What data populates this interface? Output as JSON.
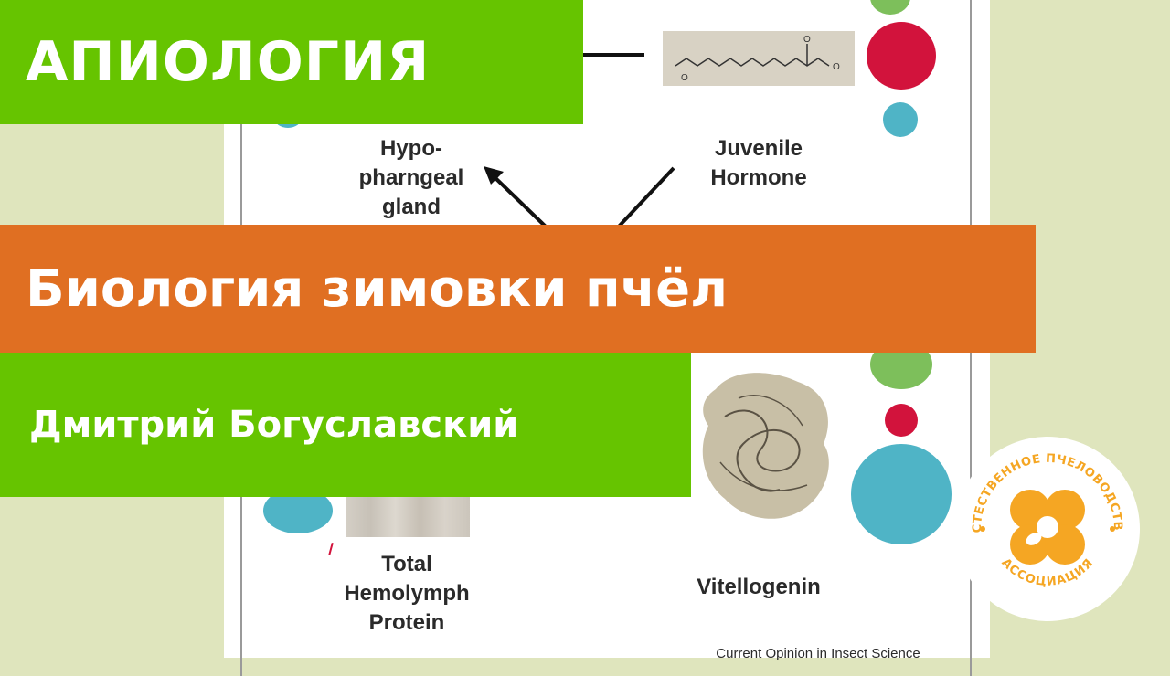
{
  "figure": {
    "labels": {
      "hypo": "Hypo-\npharngeal\ngland",
      "jh": "Juvenile\nHormone",
      "thp": "Total\nHemolymph\nProtein",
      "vg": "Vitellogenin",
      "source": "Current Opinion in Insect Science"
    },
    "colors": {
      "green": "#7dbf5b",
      "red": "#d2133c",
      "teal": "#4fb4c6"
    }
  },
  "banners": {
    "title": "АПИОЛОГИЯ",
    "topic": "Биология зимовки пчёл",
    "author": "Дмитрий Богуславский"
  },
  "logo": {
    "text_top": "ЕСТЕСТВЕННОЕ ПЧЕЛОВОДСТВО",
    "text_bottom": "АССОЦИАЦИЯ",
    "accent": "#f5a623"
  }
}
